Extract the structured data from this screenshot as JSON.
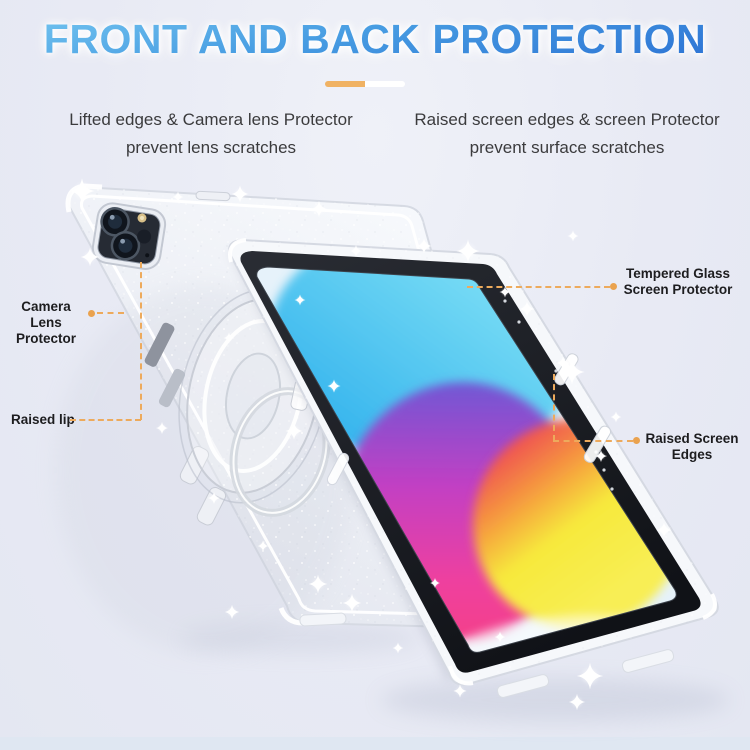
{
  "title": {
    "text": "FRONT AND BACK PROTECTION"
  },
  "subtitle_left": {
    "line1": "Lifted edges & Camera lens Protector",
    "line2": "prevent lens scratches"
  },
  "subtitle_right": {
    "line1": "Raised screen edges & screen Protector",
    "line2": "prevent surface scratches"
  },
  "callouts": {
    "camera_lens": {
      "line1": "Camera",
      "line2": "Lens Protector"
    },
    "raised_lip": {
      "label": "Raised lip"
    },
    "tempered_glass": {
      "line1": "Tempered Glass",
      "line2": "Screen Protector"
    },
    "raised_screen": {
      "line1": "Raised Screen",
      "line2": "Edges"
    }
  },
  "colors": {
    "background": "#e8eaf4",
    "accent_orange_dash": "#edaa5c",
    "accent_orange_dot": "#eaa24e",
    "divider_orange": "#f0b263",
    "divider_white": "#ffffff",
    "title_blue_light": "#74c6f0",
    "title_blue_dark": "#2a6fd3",
    "label_text": "#1d1d1f",
    "subtitle_text": "#3b3b3d",
    "screen_cyan": "#31b2ee",
    "screen_magenta": "#ef3f9e",
    "screen_purple": "#6d58d5",
    "screen_yellow": "#f7e93c",
    "bezel_black": "#191c21"
  },
  "icons": {
    "sparkle": "sparkle-icon",
    "camera": "camera-module-icon",
    "ring": "ring-holder-icon"
  }
}
